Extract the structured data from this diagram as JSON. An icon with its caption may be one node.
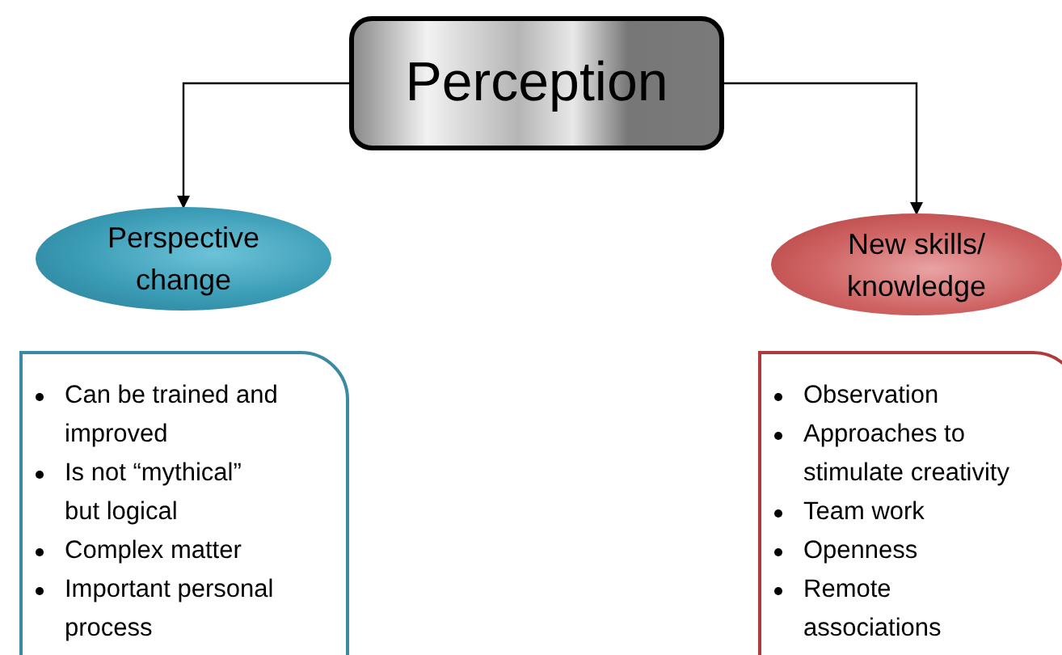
{
  "diagram": {
    "nodes": [
      {
        "text": [
          "Perception"
        ]
      },
      {
        "text": [
          "Perspective change"
        ]
      },
      {
        "text": [
          "New skills/ knowledge"
        ]
      },
      {
        "text": [
          "Can be trained and improved",
          "Is not “mythical” but logical",
          "Complex matter",
          "Important personal process"
        ]
      },
      {
        "text": [
          "Observation",
          "Approaches to stimulate creativity",
          "Team work",
          "Openness",
          "Remote associations"
        ]
      }
    ],
    "edges": [
      {
        "from": 0,
        "to": 1,
        "arrow": "to"
      },
      {
        "from": 0,
        "to": 2,
        "arrow": "to"
      }
    ]
  }
}
